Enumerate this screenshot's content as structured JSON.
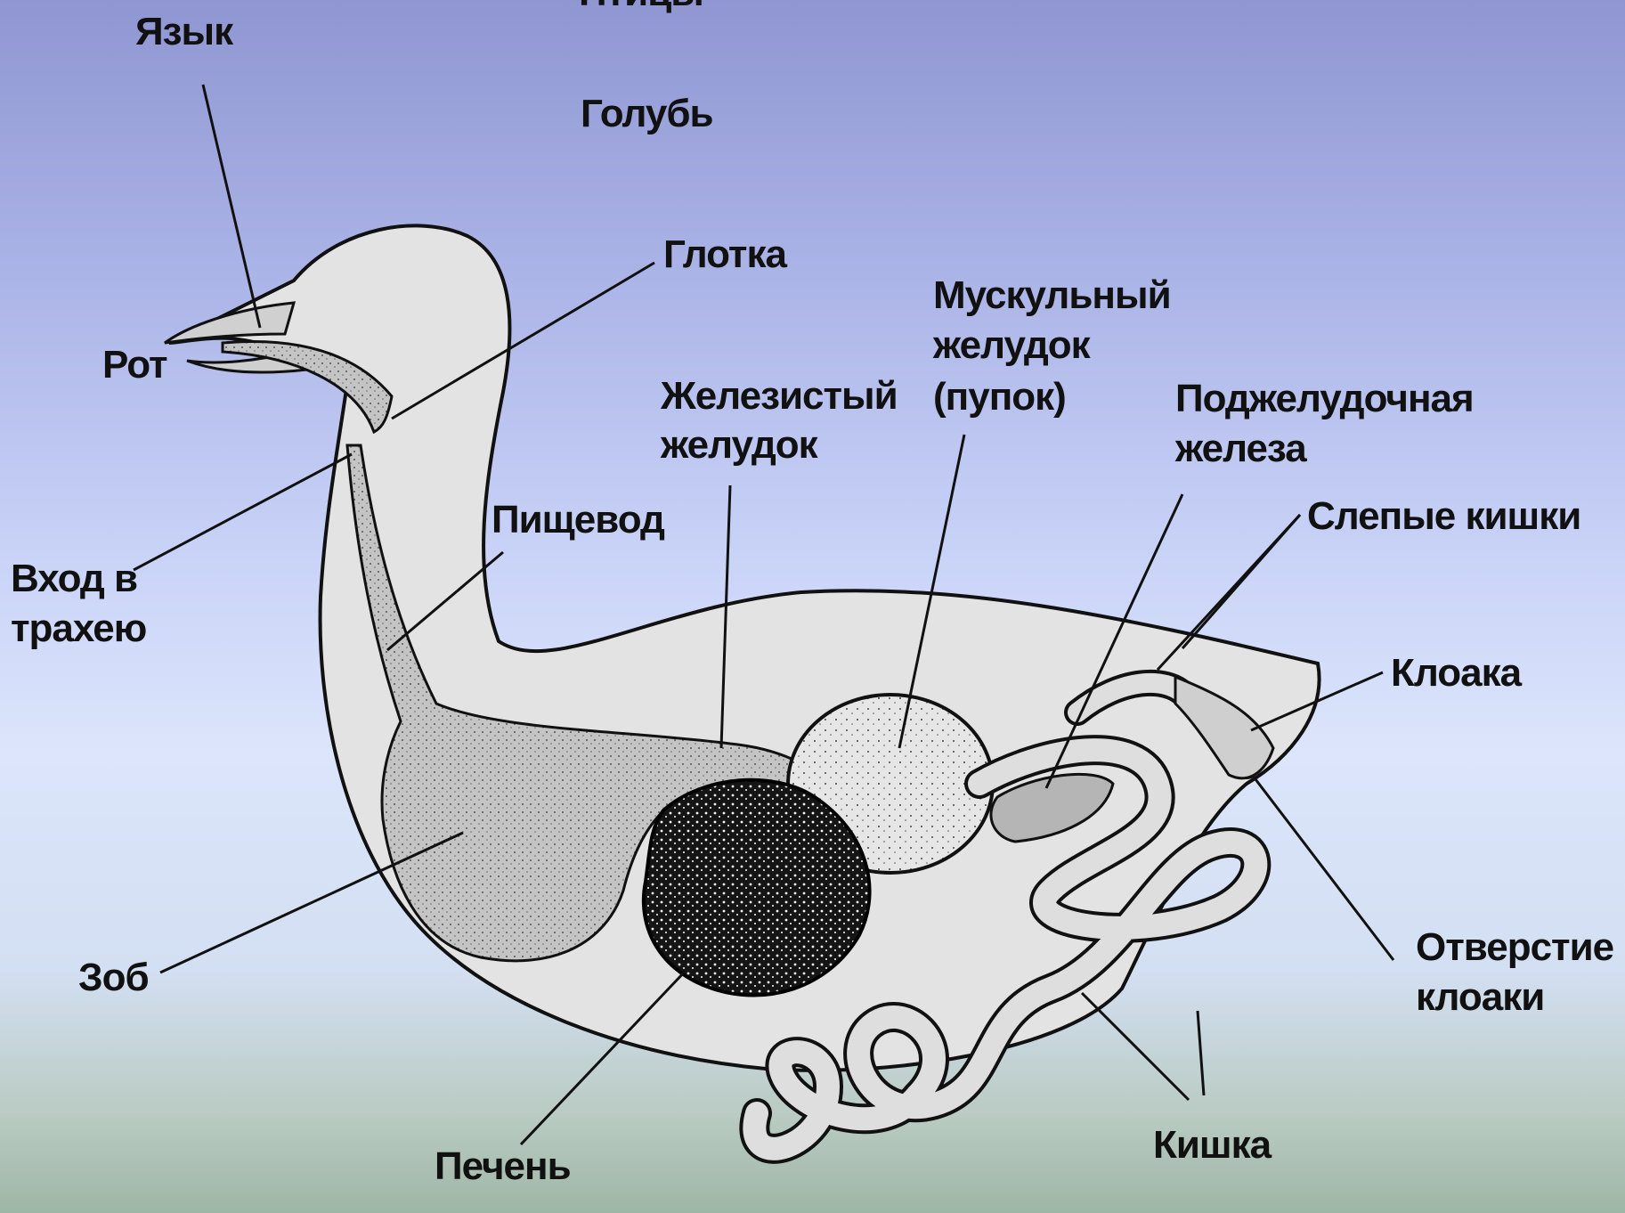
{
  "header": {
    "top_cut": "Птицы",
    "subtitle": "Голубь"
  },
  "labels": {
    "tongue": "Язык",
    "mouth": "Рот",
    "pharynx": "Глотка",
    "trachea_1": "Вход в",
    "trachea_2": "трахею",
    "esophagus": "Пищевод",
    "glandular_1": "Железистый",
    "glandular_2": "желудок",
    "gizzard_1": "Мускульный",
    "gizzard_2": "желудок",
    "gizzard_3": "(пупок)",
    "pancreas_1": "Поджелудочная",
    "pancreas_2": "железа",
    "caeca": "Слепые кишки",
    "cloaca": "Клоака",
    "vent_1": "Отверстие",
    "vent_2": "клоаки",
    "crop": "Зоб",
    "liver": "Печень",
    "intestine": "Кишка"
  },
  "colors": {
    "body_fill": "#e3e3e3",
    "organ_fill": "#bdbdbd",
    "liver_fill": "#1a1a1a",
    "outline": "#111111"
  }
}
